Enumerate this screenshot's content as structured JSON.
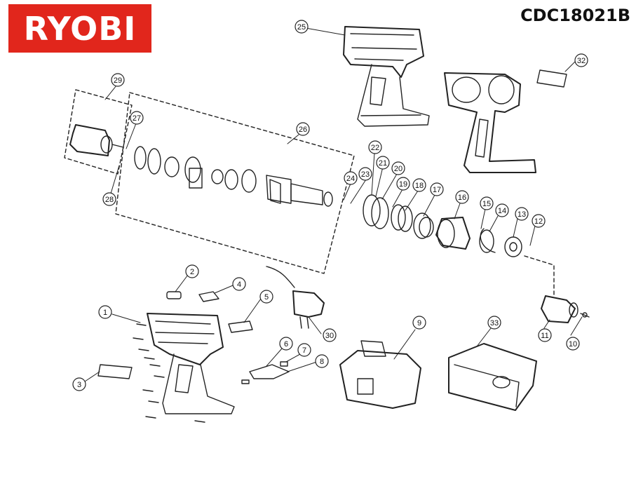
{
  "brand": {
    "logo_text": "RYOBI",
    "color": "#e1261c"
  },
  "model_number": "CDC18021B",
  "callouts": [
    "1",
    "2",
    "3",
    "4",
    "5",
    "6",
    "7",
    "8",
    "9",
    "10",
    "11",
    "12",
    "13",
    "14",
    "15",
    "16",
    "17",
    "18",
    "19",
    "20",
    "21",
    "22",
    "23",
    "24",
    "25",
    "26",
    "27",
    "28",
    "29",
    "30",
    "32",
    "33"
  ]
}
